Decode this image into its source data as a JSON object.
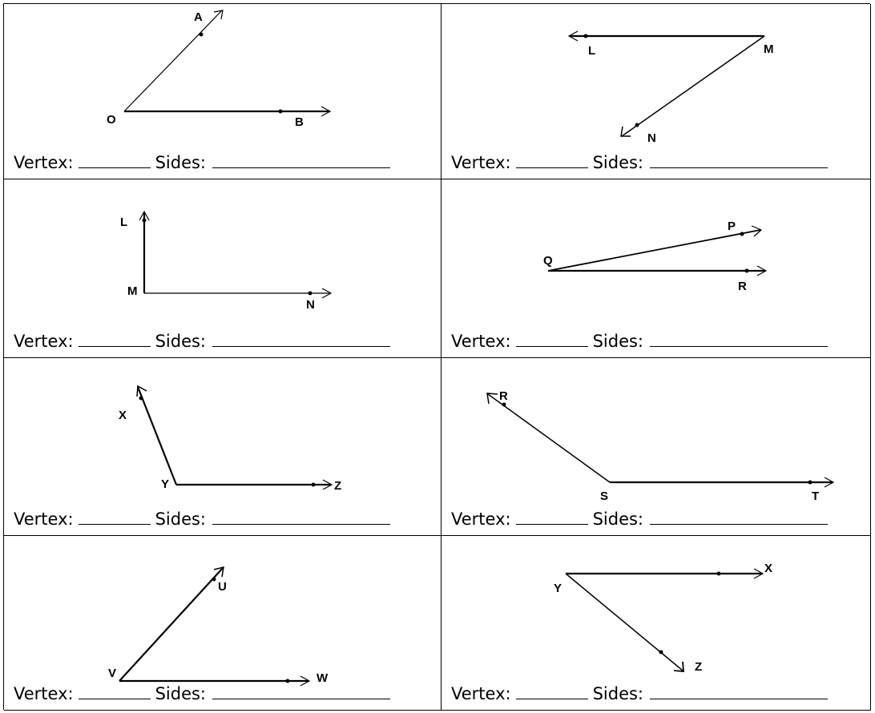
{
  "labels": {
    "vertex": "Vertex:",
    "sides": "Sides:"
  },
  "angles": [
    {
      "points": {
        "a": "A",
        "b": "O",
        "c": "B"
      }
    },
    {
      "points": {
        "a": "L",
        "b": "M",
        "c": "N"
      }
    },
    {
      "points": {
        "a": "L",
        "b": "M",
        "c": "N"
      }
    },
    {
      "points": {
        "a": "P",
        "b": "Q",
        "c": "R"
      }
    },
    {
      "points": {
        "a": "X",
        "b": "Y",
        "c": "Z"
      }
    },
    {
      "points": {
        "a": "R",
        "b": "S",
        "c": "T"
      }
    },
    {
      "points": {
        "a": "U",
        "b": "V",
        "c": "W"
      }
    },
    {
      "points": {
        "a": "X",
        "b": "Y",
        "c": "Z"
      }
    }
  ]
}
